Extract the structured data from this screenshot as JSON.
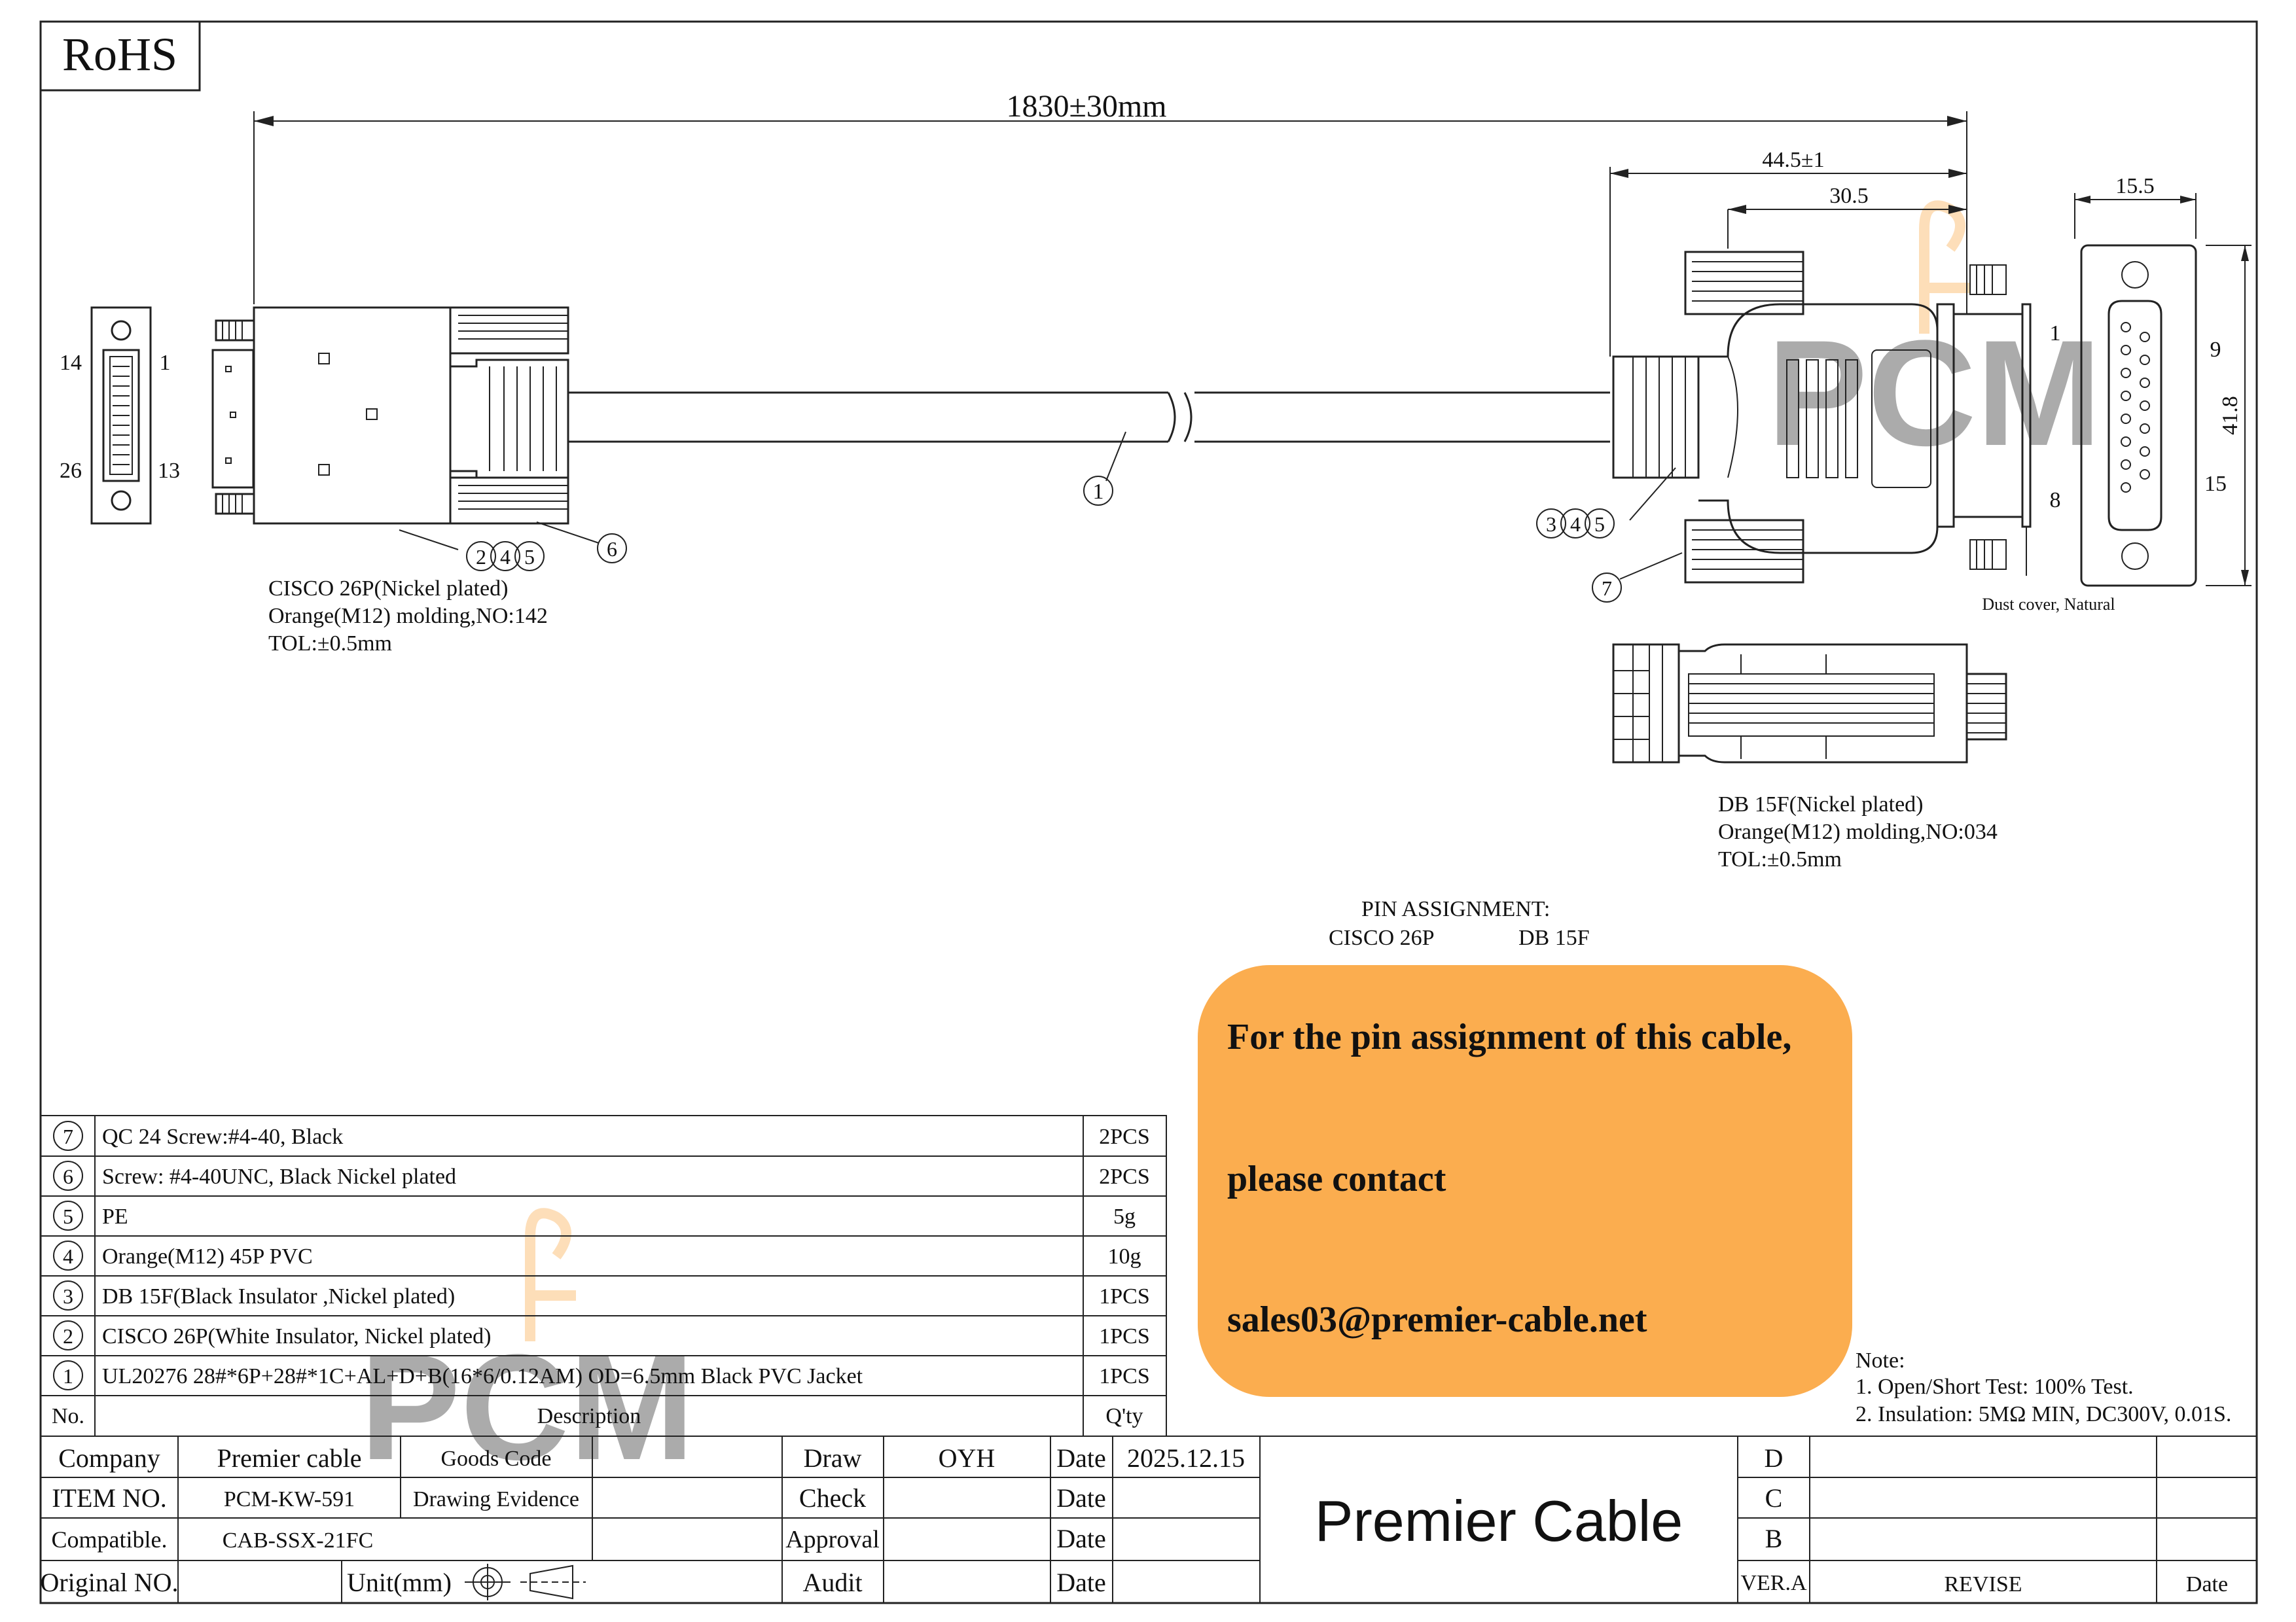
{
  "rohs": "RoHS",
  "dimensions": {
    "overall_length": "1830±30mm",
    "connector_length": "44.5±1",
    "body_length": "30.5",
    "face_width": "15.5",
    "face_height": "41.8"
  },
  "left_connector": {
    "pin_labels": {
      "top_left": "14",
      "top_right": "1",
      "bottom_left": "26",
      "bottom_right": "13"
    },
    "callouts": {
      "a": "2",
      "b": "4",
      "c": "5",
      "screw": "6"
    },
    "notes": [
      "CISCO 26P(Nickel plated)",
      "Orange(M12) molding,NO:142",
      "TOL:±0.5mm"
    ]
  },
  "cable_callout": "1",
  "right_connector": {
    "pin_labels": {
      "top_left": "1",
      "top_right": "9",
      "bottom_left": "8",
      "bottom_right": "15"
    },
    "callouts": {
      "a": "3",
      "b": "4",
      "c": "5",
      "screw": "7"
    },
    "dust_cover": "Dust cover, Natural",
    "notes": [
      "DB 15F(Nickel plated)",
      "Orange(M12) molding,NO:034",
      "TOL:±0.5mm"
    ]
  },
  "pin_assignment": {
    "title": "PIN ASSIGNMENT:",
    "left": "CISCO 26P",
    "right": "DB 15F"
  },
  "callout_box": {
    "line1": "For the pin assignment of this cable,",
    "line2": "please contact",
    "line3": "sales03@premier-cable.net"
  },
  "bom": {
    "rows": [
      {
        "no": "7",
        "desc": "QC 24 Screw:#4-40, Black",
        "qty": "2PCS"
      },
      {
        "no": "6",
        "desc": "Screw: #4-40UNC, Black Nickel plated",
        "qty": "2PCS"
      },
      {
        "no": "5",
        "desc": "PE",
        "qty": "5g"
      },
      {
        "no": "4",
        "desc": "Orange(M12) 45P PVC",
        "qty": "10g"
      },
      {
        "no": "3",
        "desc": "DB 15F(Black Insulator ,Nickel plated)",
        "qty": "1PCS"
      },
      {
        "no": "2",
        "desc": "CISCO 26P(White Insulator, Nickel plated)",
        "qty": "1PCS"
      },
      {
        "no": "1",
        "desc": "UL20276 28#*6P+28#*1C+AL+D+B(16*6/0.12AM) OD=6.5mm Black PVC Jacket",
        "qty": "1PCS"
      }
    ],
    "header": {
      "no": "No.",
      "desc": "Description",
      "qty": "Q'ty"
    }
  },
  "notes": {
    "title": "Note:",
    "items": [
      "1. Open/Short Test: 100% Test.",
      "2. Insulation: 5MΩ  MIN, DC300V, 0.01S."
    ]
  },
  "title_block": {
    "company_label": "Company",
    "company_value": "Premier cable",
    "goods_code_label": "Goods Code",
    "item_label": "ITEM NO.",
    "item_value": "PCM-KW-591",
    "drawing_evidence_label": "Drawing Evidence",
    "compatible_label": "Compatible.",
    "compatible_value": "CAB-SSX-21FC",
    "original_label": "Original NO.",
    "unit_label": "Unit(mm)",
    "draw_label": "Draw",
    "draw_value": "OYH",
    "check_label": "Check",
    "approval_label": "Approval",
    "audit_label": "Audit",
    "date_label": "Date",
    "date_value": "2025.12.15",
    "brand": "Premier Cable",
    "rev_d": "D",
    "rev_c": "C",
    "rev_b": "B",
    "ver_label": "VER.A",
    "revise_label": "REVISE",
    "rev_date_label": "Date"
  },
  "colors": {
    "callout": "#fbad4f",
    "watermark": "#fbad4f",
    "line": "#222222"
  },
  "watermark": {
    "text": "PCM"
  }
}
